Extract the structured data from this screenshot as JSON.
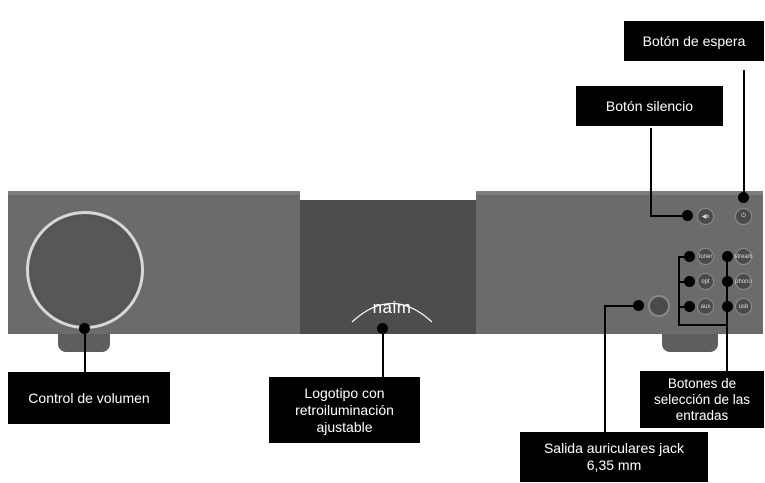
{
  "labels": {
    "standby": "Botón de espera",
    "mute": "Botón silencio",
    "volume": "Control de volumen",
    "logo_line1": "Logotipo con",
    "logo_line2": "retroiluminación",
    "logo_line3": "ajustable",
    "inputs_line1": "Botones de",
    "inputs_line2": "selección de las",
    "inputs_line3": "entradas",
    "headphones_line1": "Salida auriculares jack",
    "headphones_line2": "6,35 mm"
  },
  "device": {
    "logo_text": "naim",
    "button_marks": [
      "tuner",
      "stream",
      "opt",
      "phono",
      "aux",
      "usb"
    ]
  },
  "colors": {
    "panel": "#6b6b6b",
    "center_panel": "#4d4d4d",
    "callout_bg": "#000000",
    "callout_text": "#ffffff"
  }
}
